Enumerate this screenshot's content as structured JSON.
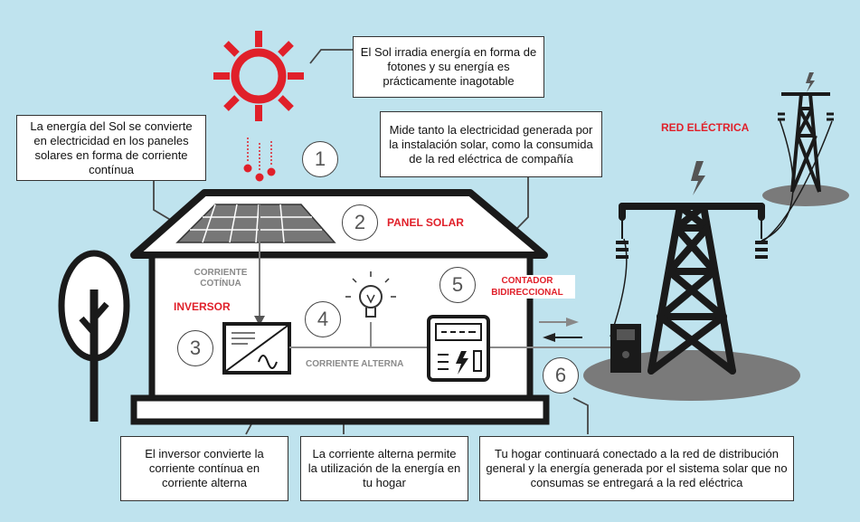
{
  "callouts": {
    "sun": "El Sol irradia energía en forma de fotones y su energía es prácticamente inagotable",
    "panels": "La energía del Sol se convierte en electricidad en los paneles solares en forma de corriente contínua",
    "meter": "Mide tanto la electricidad generada por la instalación solar, como la consumida de la red eléctrica de compañía",
    "inverter": "El inversor convierte la corriente contínua en corriente alterna",
    "ac": "La corriente alterna permite la utilización de la energía en tu hogar",
    "grid": "Tu hogar continuará conectado a la red de distribución general y la energía generada por el sistema solar que no consumas se entregará a la red eléctrica"
  },
  "labels": {
    "panel": "PANEL SOLAR",
    "inverter": "INVERSOR",
    "meter": "CONTADOR BIDIRECCIONAL",
    "grid": "RED ELÉCTRICA",
    "dc": "CORRIENTE COTÍNUA",
    "ac": "CORRIENTE ALTERNA"
  },
  "numbers": [
    "1",
    "2",
    "3",
    "4",
    "5",
    "6"
  ],
  "colors": {
    "background": "#bfe3ee",
    "accent": "#e0202a",
    "dark": "#1a1a1a",
    "panel": "#7a7a7a"
  }
}
